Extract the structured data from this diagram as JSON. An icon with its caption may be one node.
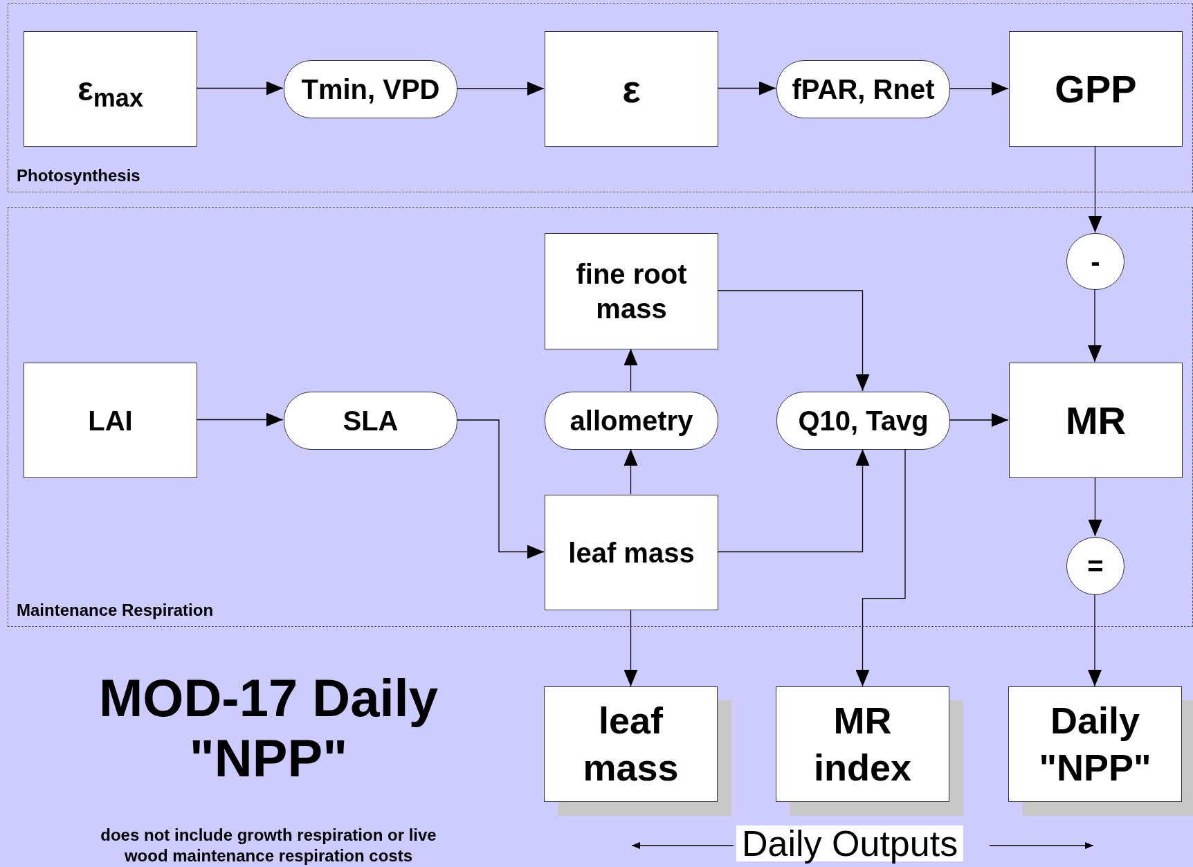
{
  "diagram": {
    "title": "MOD-17 Daily \"NPP\"",
    "nodes": [
      {
        "text": [
          "Photosynthesis"
        ]
      },
      {
        "text": [
          "ε$_{max}$"
        ],
        "in": 0
      },
      {
        "text": [
          "Tmin, VPD"
        ],
        "in": 0
      },
      {
        "text": [
          "ε"
        ],
        "in": 0
      },
      {
        "text": [
          "fPAR, Rnet"
        ],
        "in": 0
      },
      {
        "text": [
          "GPP"
        ],
        "in": 0
      },
      {
        "text": [
          "Maintenance Respiration"
        ]
      },
      {
        "text": [
          "fine root mass"
        ],
        "in": 6
      },
      {
        "text": [
          "-"
        ],
        "in": 6
      },
      {
        "text": [
          "LAI"
        ],
        "in": 6
      },
      {
        "text": [
          "SLA"
        ],
        "in": 6
      },
      {
        "text": [
          "allometry"
        ],
        "in": 6
      },
      {
        "text": [
          "Q10, Tavg"
        ],
        "in": 6
      },
      {
        "text": [
          "MR"
        ],
        "in": 6
      },
      {
        "text": [
          "leaf mass"
        ],
        "in": 6
      },
      {
        "text": [
          "="
        ],
        "in": 6
      },
      {
        "text": [
          "leaf mass"
        ]
      },
      {
        "text": [
          "MR index"
        ]
      },
      {
        "text": [
          "Daily \"NPP\""
        ]
      }
    ],
    "edges": [
      {
        "from": 1,
        "to": 2,
        "arrow": "to"
      },
      {
        "from": 2,
        "to": 3,
        "arrow": "to"
      },
      {
        "from": 3,
        "to": 4,
        "arrow": "to"
      },
      {
        "from": 4,
        "to": 5,
        "arrow": "to"
      },
      {
        "from": 5,
        "to": 8,
        "arrow": "to"
      },
      {
        "from": 8,
        "to": 13,
        "arrow": "to"
      },
      {
        "from": 7,
        "to": 12,
        "arrow": "to"
      },
      {
        "from": 9,
        "to": 10,
        "arrow": "to"
      },
      {
        "from": 10,
        "to": 14,
        "arrow": "to"
      },
      {
        "from": 14,
        "to": 11,
        "arrow": "to"
      },
      {
        "from": 11,
        "to": 7,
        "arrow": "to"
      },
      {
        "from": 14,
        "to": 12,
        "arrow": "to"
      },
      {
        "from": 12,
        "to": 13,
        "arrow": "to"
      },
      {
        "from": 13,
        "to": 15,
        "arrow": "to"
      },
      {
        "from": 15,
        "to": 18,
        "arrow": "to"
      },
      {
        "from": 14,
        "to": 16,
        "arrow": "to"
      },
      {
        "from": 12,
        "to": 17,
        "arrow": "to"
      }
    ],
    "labels": [
      "does not include growth respiration or live wood maintenance respiration costs",
      "Daily Outputs"
    ]
  }
}
